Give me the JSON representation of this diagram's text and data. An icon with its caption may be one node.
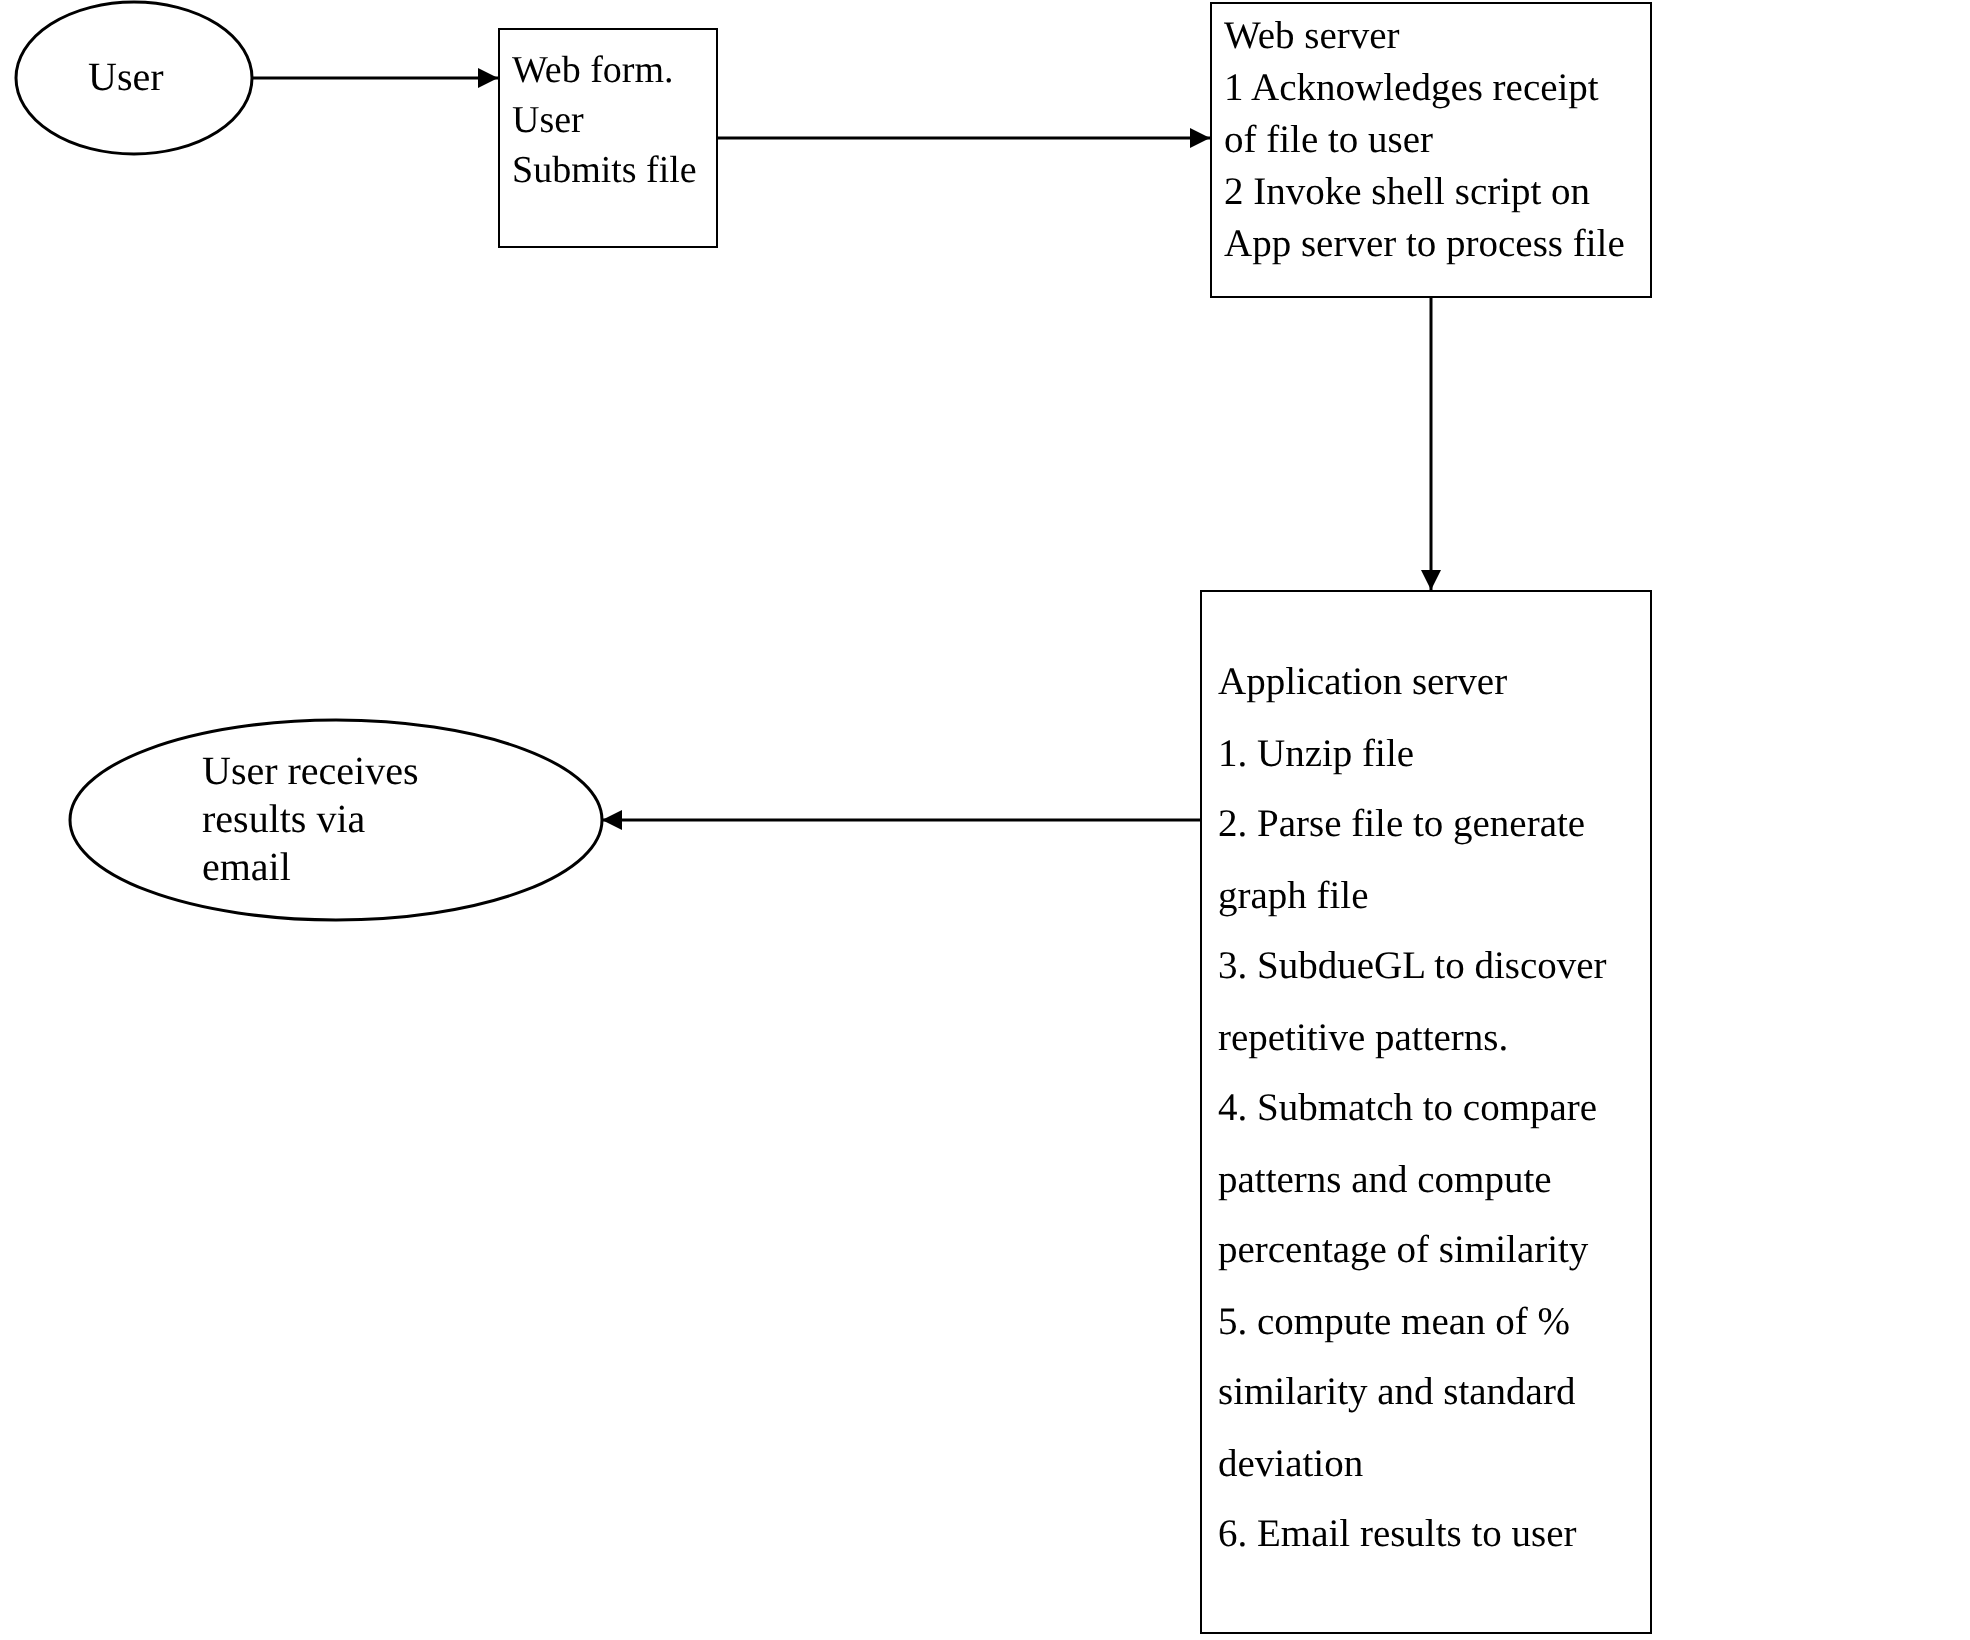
{
  "diagram": {
    "nodes": [
      {
        "text": [
          "User"
        ]
      },
      {
        "text": [
          "Web form. User Submits file"
        ]
      },
      {
        "text": [
          "Web server",
          "1  Acknowledges receipt of file to user",
          "2  Invoke shell script on App server to process file"
        ]
      },
      {
        "text": [
          "Application server",
          "1. Unzip file",
          "2. Parse file to generate graph file",
          "3. SubdueGL to discover repetitive patterns.",
          "4. Submatch to compare patterns and compute percentage of similarity",
          "5. compute mean of % similarity and standard deviation",
          "6. Email results to user"
        ]
      },
      {
        "text": [
          "User receives results via email"
        ]
      }
    ],
    "edges": [
      {
        "from": 0,
        "to": 1,
        "arrow": "to"
      },
      {
        "from": 1,
        "to": 2,
        "arrow": "to"
      },
      {
        "from": 2,
        "to": 3,
        "arrow": "to"
      },
      {
        "from": 3,
        "to": 4,
        "arrow": "to"
      }
    ]
  }
}
